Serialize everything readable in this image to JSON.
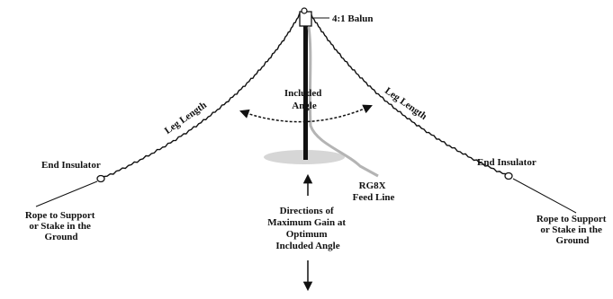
{
  "labels": {
    "balun": "4:1 Balun",
    "leg_length_left": "Leg Length",
    "leg_length_right": "Leg Length",
    "included_angle": [
      "Included",
      "Angle"
    ],
    "end_insulator_left": "End Insulator",
    "end_insulator_right": "End Insulator",
    "feed_line": [
      "RG8X",
      "Feed Line"
    ],
    "rope_left": [
      "Rope to Support",
      "or Stake in the",
      "Ground"
    ],
    "rope_right": [
      "Rope to Support",
      "or Stake in the",
      "Ground"
    ],
    "directions": [
      "Directions of",
      "Maximum Gain at",
      "Optimum",
      "Included Angle"
    ]
  },
  "colors": {
    "wire": "#111111",
    "feed_line": "#b4b4b4",
    "ground_shadow": "#d6d6d6",
    "balun_box": "#ffffff"
  }
}
